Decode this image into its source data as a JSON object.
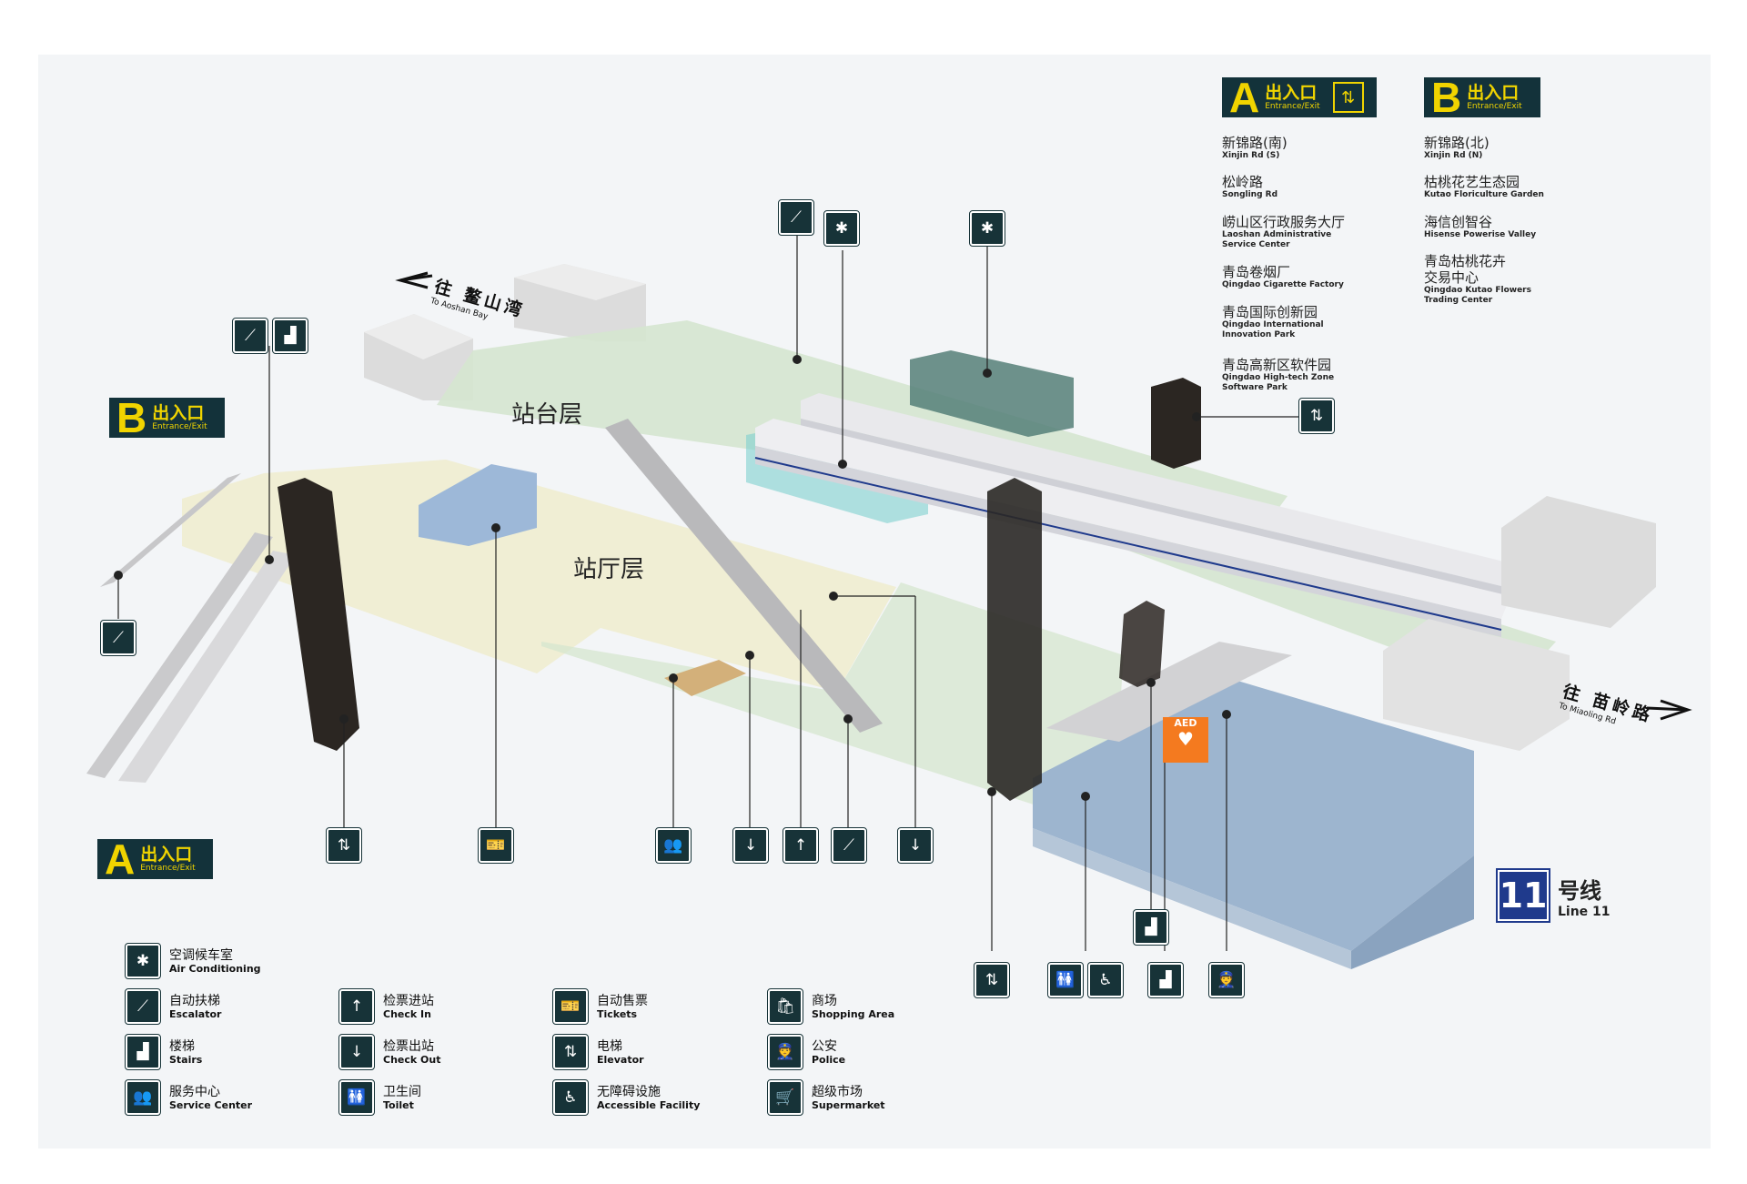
{
  "floors": {
    "platform": "站台层",
    "concourse": "站厅层"
  },
  "directions": {
    "left": {
      "cn": "往 鳌山湾",
      "en": "To Aoshan Bay"
    },
    "right": {
      "cn": "往 苗岭路",
      "en": "To Miaoling Rd"
    }
  },
  "exit_sign_common": {
    "cn": "出入口",
    "en": "Entrance/Exit"
  },
  "exits": {
    "a_top": {
      "letter": "A"
    },
    "b_top": {
      "letter": "B"
    },
    "b_left": {
      "letter": "B"
    },
    "a_left": {
      "letter": "A"
    }
  },
  "exit_a_destinations": [
    {
      "cn": "新锦路(南)",
      "en": "Xinjin Rd (S)"
    },
    {
      "cn": "松岭路",
      "en": "Songling Rd"
    },
    {
      "cn": "崂山区行政服务大厅",
      "en": "Laoshan Administrative",
      "en2": "Service Center"
    },
    {
      "cn": "青岛卷烟厂",
      "en": "Qingdao Cigarette Factory"
    },
    {
      "cn": "青岛国际创新园",
      "en": "Qingdao International",
      "en2": "Innovation Park"
    },
    {
      "cn": "青岛高新区软件园",
      "en": "Qingdao High-tech Zone",
      "en2": "Software Park"
    }
  ],
  "exit_b_destinations": [
    {
      "cn": "新锦路(北)",
      "en": "Xinjin Rd (N)"
    },
    {
      "cn": "枯桃花艺生态园",
      "en": "Kutao Floriculture Garden"
    },
    {
      "cn": "海信创智谷",
      "en": "Hisense Powerise Valley"
    },
    {
      "cn": "青岛枯桃花卉",
      "cn2": "交易中心",
      "en": "Qingdao Kutao Flowers",
      "en2": "Trading Center"
    }
  ],
  "aed": {
    "label": "AED"
  },
  "line": {
    "number": "11",
    "cn": "号线",
    "en": "Line 11"
  },
  "legend": [
    {
      "icon": "air-conditioning-icon",
      "glyph": "✱",
      "cn": "空调候车室",
      "en": "Air Conditioning"
    },
    {
      "icon": "escalator-icon",
      "glyph": "⟋",
      "cn": "自动扶梯",
      "en": "Escalator"
    },
    {
      "icon": "stairs-icon",
      "glyph": "▟",
      "cn": "楼梯",
      "en": "Stairs"
    },
    {
      "icon": "service-center-icon",
      "glyph": "👥",
      "cn": "服务中心",
      "en": "Service Center"
    },
    {
      "icon": "check-in-icon",
      "glyph": "↑",
      "cn": "检票进站",
      "en": "Check In"
    },
    {
      "icon": "check-out-icon",
      "glyph": "↓",
      "cn": "检票出站",
      "en": "Check Out"
    },
    {
      "icon": "toilet-icon",
      "glyph": "🚻",
      "cn": "卫生间",
      "en": "Toilet"
    },
    {
      "icon": "tickets-icon",
      "glyph": "🎫",
      "cn": "自动售票",
      "en": "Tickets"
    },
    {
      "icon": "elevator-icon",
      "glyph": "⇅",
      "cn": "电梯",
      "en": "Elevator"
    },
    {
      "icon": "accessible-icon",
      "glyph": "♿",
      "cn": "无障碍设施",
      "en": "Accessible Facility"
    },
    {
      "icon": "shopping-icon",
      "glyph": "🛍",
      "cn": "商场",
      "en": "Shopping Area"
    },
    {
      "icon": "police-icon",
      "glyph": "👮",
      "cn": "公安",
      "en": "Police"
    },
    {
      "icon": "supermarket-icon",
      "glyph": "🛒",
      "cn": "超级市场",
      "en": "Supermarket"
    }
  ]
}
